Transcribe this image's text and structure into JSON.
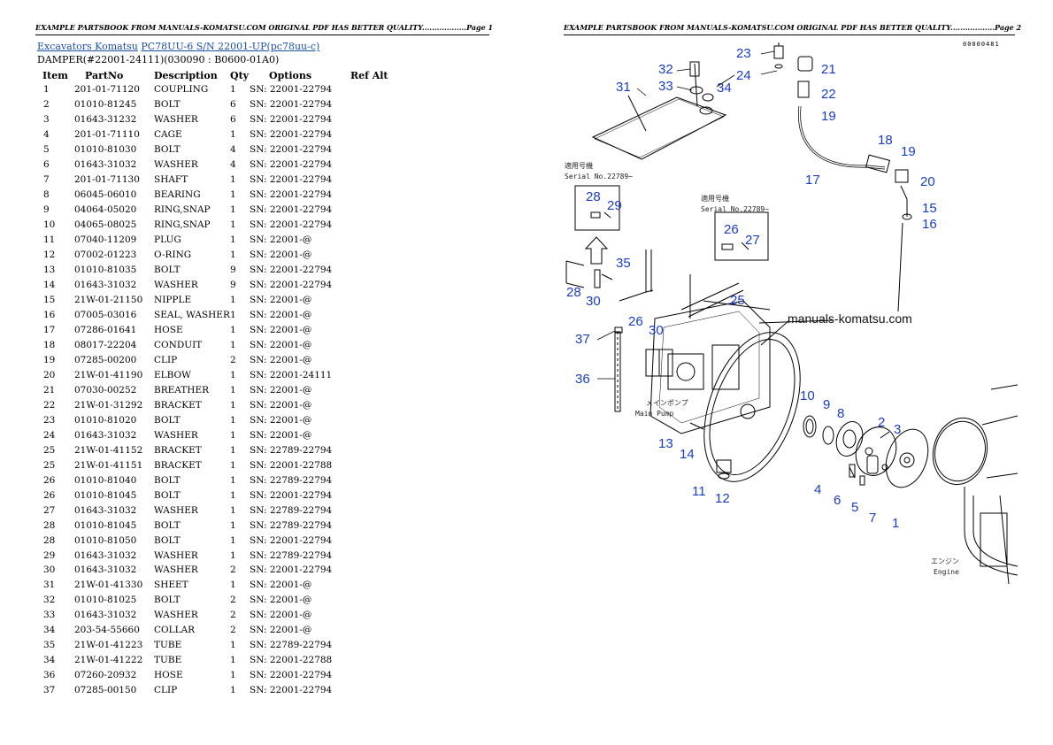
{
  "header": {
    "page1": "EXAMPLE PARTSBOOK FROM MANUALS-KOMATSU.COM ORIGINAL PDF HAS BETTER QUALITY..................Page 1",
    "page2": "EXAMPLE PARTSBOOK FROM MANUALS-KOMATSU.COM ORIGINAL PDF HAS BETTER QUALITY..................Page 2"
  },
  "breadcrumb": {
    "link1": "Excavators Komatsu",
    "link2": "PC78UU-6 S/N 22001-UP(pc78uu-c)"
  },
  "subtitle": "DAMPER(#22001-24111)(030090 : B0600-01A0)",
  "table": {
    "headers": [
      "Item",
      "PartNo",
      "Description",
      "Qty",
      "Options",
      "Ref Alt"
    ],
    "rows": [
      [
        "1",
        "201-01-71120",
        "COUPLING",
        "1",
        "SN: 22001-22794",
        ""
      ],
      [
        "2",
        "01010-81245",
        "BOLT",
        "6",
        "SN: 22001-22794",
        ""
      ],
      [
        "3",
        "01643-31232",
        "WASHER",
        "6",
        "SN: 22001-22794",
        ""
      ],
      [
        "4",
        "201-01-71110",
        "CAGE",
        "1",
        "SN: 22001-22794",
        ""
      ],
      [
        "5",
        "01010-81030",
        "BOLT",
        "4",
        "SN: 22001-22794",
        ""
      ],
      [
        "6",
        "01643-31032",
        "WASHER",
        "4",
        "SN: 22001-22794",
        ""
      ],
      [
        "7",
        "201-01-71130",
        "SHAFT",
        "1",
        "SN: 22001-22794",
        ""
      ],
      [
        "8",
        "06045-06010",
        "BEARING",
        "1",
        "SN: 22001-22794",
        ""
      ],
      [
        "9",
        "04064-05020",
        "RING,SNAP",
        "1",
        "SN: 22001-22794",
        ""
      ],
      [
        "10",
        "04065-08025",
        "RING,SNAP",
        "1",
        "SN: 22001-22794",
        ""
      ],
      [
        "11",
        "07040-11209",
        "PLUG",
        "1",
        "SN: 22001-@",
        ""
      ],
      [
        "12",
        "07002-01223",
        "O-RING",
        "1",
        "SN: 22001-@",
        ""
      ],
      [
        "13",
        "01010-81035",
        "BOLT",
        "9",
        "SN: 22001-22794",
        ""
      ],
      [
        "14",
        "01643-31032",
        "WASHER",
        "9",
        "SN: 22001-22794",
        ""
      ],
      [
        "15",
        "21W-01-21150",
        "NIPPLE",
        "1",
        "SN: 22001-@",
        ""
      ],
      [
        "16",
        "07005-03016",
        "SEAL, WASHER",
        "1",
        "SN: 22001-@",
        ""
      ],
      [
        "17",
        "07286-01641",
        "HOSE",
        "1",
        "SN: 22001-@",
        ""
      ],
      [
        "18",
        "08017-22204",
        "CONDUIT",
        "1",
        "SN: 22001-@",
        ""
      ],
      [
        "19",
        "07285-00200",
        "CLIP",
        "2",
        "SN: 22001-@",
        ""
      ],
      [
        "20",
        "21W-01-41190",
        "ELBOW",
        "1",
        "SN: 22001-24111",
        ""
      ],
      [
        "21",
        "07030-00252",
        "BREATHER",
        "1",
        "SN: 22001-@",
        ""
      ],
      [
        "22",
        "21W-01-31292",
        "BRACKET",
        "1",
        "SN: 22001-@",
        ""
      ],
      [
        "23",
        "01010-81020",
        "BOLT",
        "1",
        "SN: 22001-@",
        ""
      ],
      [
        "24",
        "01643-31032",
        "WASHER",
        "1",
        "SN: 22001-@",
        ""
      ],
      [
        "25",
        "21W-01-41152",
        "BRACKET",
        "1",
        "SN: 22789-22794",
        ""
      ],
      [
        "25",
        "21W-01-41151",
        "BRACKET",
        "1",
        "SN: 22001-22788",
        ""
      ],
      [
        "26",
        "01010-81040",
        "BOLT",
        "1",
        "SN: 22789-22794",
        ""
      ],
      [
        "26",
        "01010-81045",
        "BOLT",
        "1",
        "SN: 22001-22794",
        ""
      ],
      [
        "27",
        "01643-31032",
        "WASHER",
        "1",
        "SN: 22789-22794",
        ""
      ],
      [
        "28",
        "01010-81045",
        "BOLT",
        "1",
        "SN: 22789-22794",
        ""
      ],
      [
        "28",
        "01010-81050",
        "BOLT",
        "1",
        "SN: 22001-22794",
        ""
      ],
      [
        "29",
        "01643-31032",
        "WASHER",
        "1",
        "SN: 22789-22794",
        ""
      ],
      [
        "30",
        "01643-31032",
        "WASHER",
        "2",
        "SN: 22001-22794",
        ""
      ],
      [
        "31",
        "21W-01-41330",
        "SHEET",
        "1",
        "SN: 22001-@",
        ""
      ],
      [
        "32",
        "01010-81025",
        "BOLT",
        "2",
        "SN: 22001-@",
        ""
      ],
      [
        "33",
        "01643-31032",
        "WASHER",
        "2",
        "SN: 22001-@",
        ""
      ],
      [
        "34",
        "203-54-55660",
        "COLLAR",
        "2",
        "SN: 22001-@",
        ""
      ],
      [
        "35",
        "21W-01-41223",
        "TUBE",
        "1",
        "SN: 22789-22794",
        ""
      ],
      [
        "34",
        "21W-01-41222",
        "TUBE",
        "1",
        "SN: 22001-22788",
        ""
      ],
      [
        "36",
        "07260-20932",
        "HOSE",
        "1",
        "SN: 22001-22794",
        ""
      ],
      [
        "37",
        "07285-00150",
        "CLIP",
        "1",
        "SN: 22001-22794",
        ""
      ]
    ]
  },
  "diagram": {
    "code": "00000481",
    "site": "manuals-komatsu.com",
    "serial_label_1": "適用号機",
    "serial_text_1": "Serial No.22789~",
    "serial_label_2": "適用号機",
    "serial_text_2": "Serial No.22789~",
    "main_pump_jp": "メインポンプ",
    "main_pump": "Main Pump",
    "engine_jp": "エンジン",
    "engine": "Engine",
    "callouts": [
      "1",
      "2",
      "3",
      "4",
      "5",
      "6",
      "7",
      "8",
      "9",
      "10",
      "11",
      "12",
      "13",
      "14",
      "15",
      "16",
      "17",
      "18",
      "19",
      "19",
      "20",
      "21",
      "22",
      "23",
      "24",
      "25",
      "26",
      "26",
      "27",
      "28",
      "28",
      "29",
      "30",
      "30",
      "31",
      "32",
      "33",
      "34",
      "35",
      "36",
      "37"
    ]
  }
}
